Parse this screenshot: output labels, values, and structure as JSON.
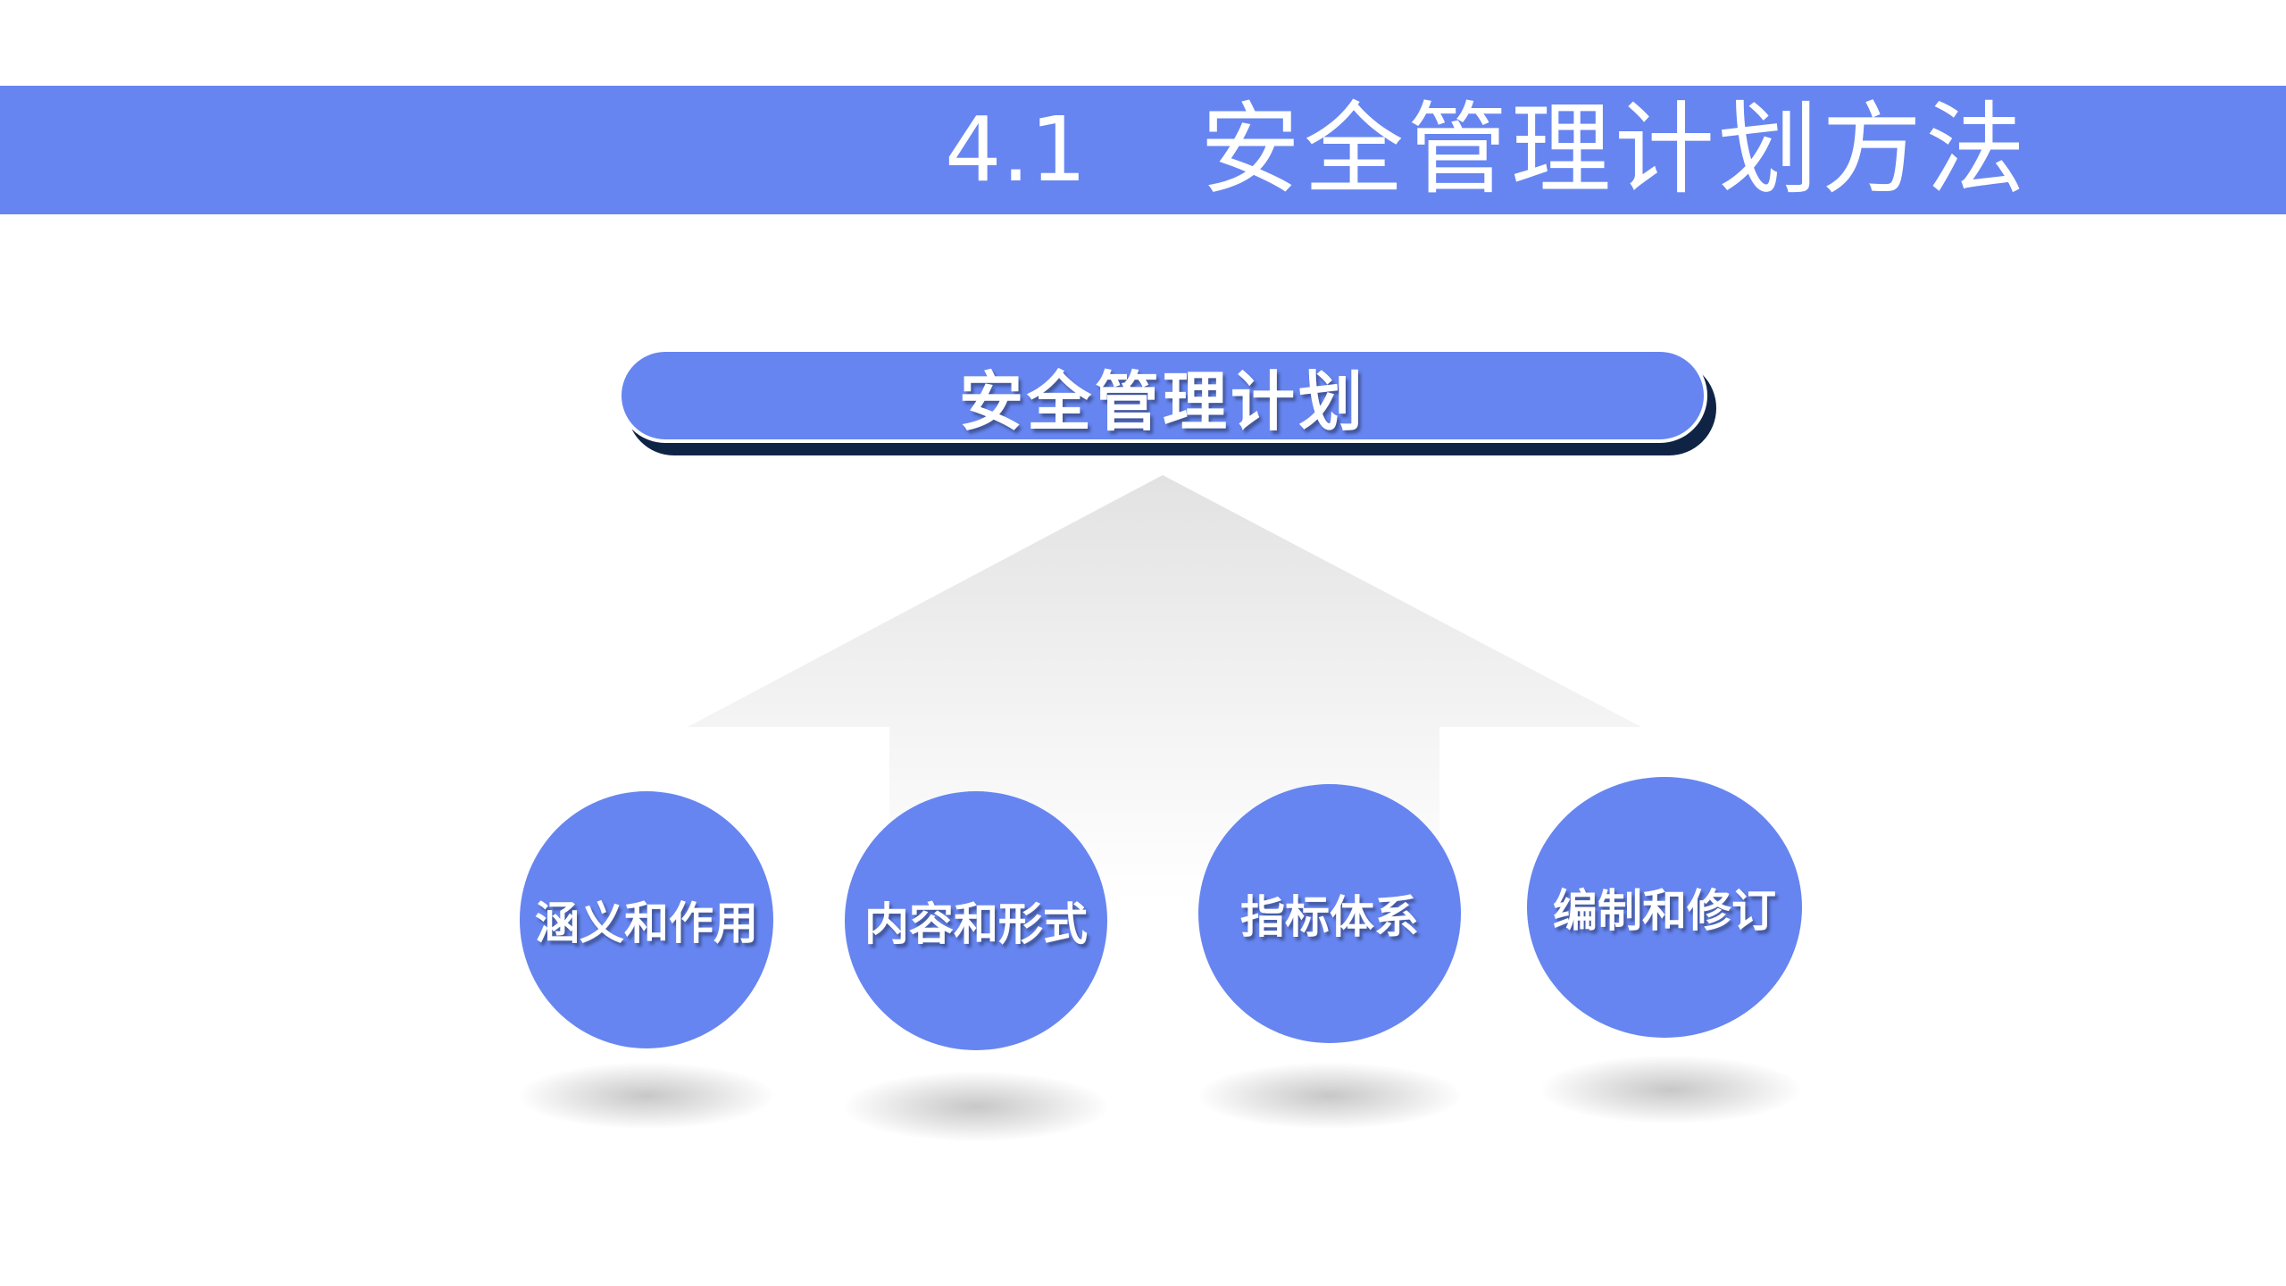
{
  "slide": {
    "section_number": "4.1",
    "section_title": "安全管理计划方法"
  },
  "diagram": {
    "root": {
      "label": "安全管理计划"
    },
    "children": [
      {
        "label": "涵义和作用"
      },
      {
        "label": "内容和形式"
      },
      {
        "label": "指标体系"
      },
      {
        "label": "编制和修订"
      }
    ]
  },
  "colors": {
    "accent": "#6685f0",
    "pill_shadow": "#0f2445",
    "arrow_gray": "#e6e6e6",
    "text": "#ffffff"
  }
}
